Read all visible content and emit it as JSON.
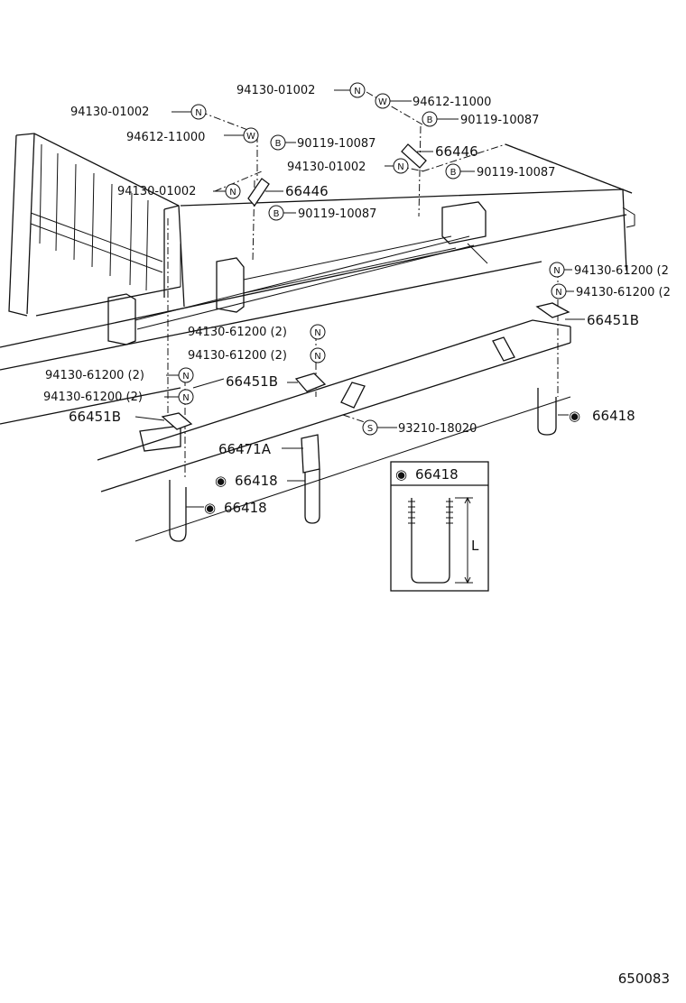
{
  "callouts": {
    "c1": {
      "symbol": "N",
      "text": "94130-01002"
    },
    "c2": {
      "symbol": "W",
      "text": "94612-11000"
    },
    "c3": {
      "symbol": "B",
      "text": "90119-10087"
    },
    "c4": {
      "symbol": "N",
      "text": "94130-01002"
    },
    "c5": {
      "symbol": "W",
      "text": "94612-11000"
    },
    "c6": {
      "symbol": "B",
      "text": "90119-10087"
    },
    "c7": {
      "text": "66446"
    },
    "c8": {
      "symbol": "N",
      "text": "94130-01002"
    },
    "c9": {
      "symbol": "B",
      "text": "90119-10087"
    },
    "c10": {
      "symbol": "N",
      "text": "94130-01002"
    },
    "c11": {
      "text": "66446"
    },
    "c12": {
      "symbol": "B",
      "text": "90119-10087"
    },
    "c13": {
      "symbol": "N",
      "text": "94130-61200 (2"
    },
    "c14": {
      "symbol": "N",
      "text": "94130-61200 (2"
    },
    "c15": {
      "text": "66451B"
    },
    "c16": {
      "symbol": "N",
      "text": "94130-61200 (2)"
    },
    "c17": {
      "symbol": "N",
      "text": "94130-61200 (2)"
    },
    "c18": {
      "symbol": "N",
      "text": "94130-61200 (2)"
    },
    "c19": {
      "symbol": "N",
      "text": "94130-61200 (2)"
    },
    "c20": {
      "text": "66451B"
    },
    "c21": {
      "text": "66451B"
    },
    "c22": {
      "symbol": "S",
      "text": "93210-18020"
    },
    "c23": {
      "symbol": "◉",
      "text": "66418"
    },
    "c24": {
      "text": "66471A"
    },
    "c25": {
      "symbol": "◉",
      "text": "66418"
    },
    "c26": {
      "symbol": "◉",
      "text": "66418"
    }
  },
  "detail": {
    "symbol": "◉",
    "title": "66418",
    "dim_label": "L"
  },
  "figure_id": "650083"
}
